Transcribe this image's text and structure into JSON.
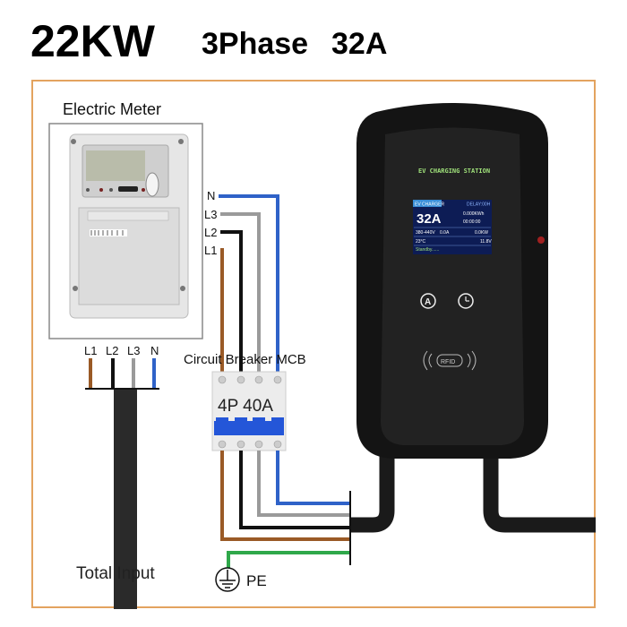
{
  "header": {
    "power": "22KW",
    "phase": "3Phase",
    "current": "32A"
  },
  "meter": {
    "label": "Electric Meter",
    "out_terminals": [
      "N",
      "L3",
      "L2",
      "L1"
    ],
    "in_terminals": [
      "L1",
      "L2",
      "L3",
      "N"
    ]
  },
  "breaker": {
    "label": "Circuit Breaker MCB",
    "rating": "4P 40A"
  },
  "ground": {
    "label": "PE"
  },
  "input": {
    "label": "Total Input"
  },
  "charger": {
    "title": "EV CHARGING STATION",
    "screen": {
      "tab": "EV CHARGER",
      "status_right": "DELAY:00H",
      "current": "32A",
      "energy": "0.000KWh",
      "time": "00:00:00",
      "voltage": "380-440V",
      "amps": "0.0A",
      "power": "0.0KW",
      "temp": "23°C",
      "aux_voltage": "11.8V",
      "state": "Standby......"
    },
    "button_a": "A",
    "rfid": "RFID"
  },
  "colors": {
    "frame": "#e3a35f",
    "L1": "#9a5a26",
    "L2": "#111111",
    "L3": "#9a9a9a",
    "N": "#2f62c8",
    "PE": "#2fa84a",
    "breaker_handle": "#2456d8",
    "screen_accent": "#3a8fd8"
  }
}
